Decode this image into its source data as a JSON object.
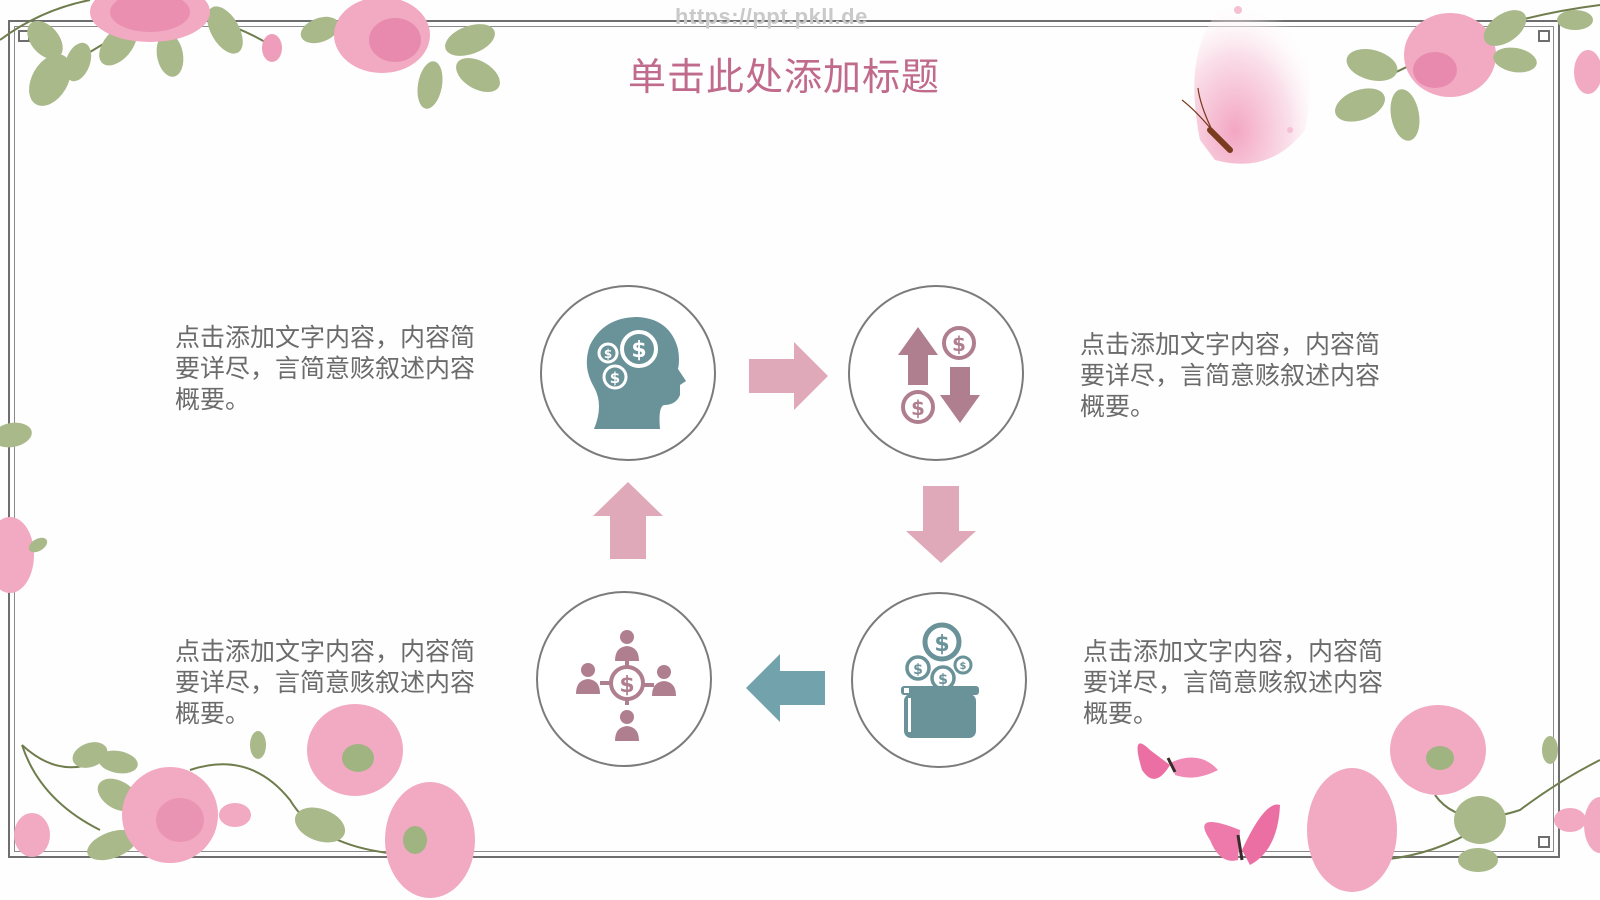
{
  "watermark": "https://ppt.pkll.de",
  "title": "单击此处添加标题",
  "colors": {
    "title": "#c06a8c",
    "teal": "#6a9299",
    "mauve": "#b07f8f",
    "arrow_pink": "#dfa9b9",
    "arrow_teal": "#72a2ab",
    "text": "#6b6b6b",
    "frame": "#6e6e6e"
  },
  "blocks": [
    {
      "position": "top-left",
      "icon": "head-money-icon",
      "text_lines": [
        "点击添加文字内容，内容简",
        "要详尽，言简意赅叙述内容",
        "概要。"
      ]
    },
    {
      "position": "top-right",
      "icon": "money-exchange-arrows-icon",
      "text_lines": [
        "点击添加文字内容，内容简",
        "要详尽，言简意赅叙述内容",
        "概要。"
      ]
    },
    {
      "position": "bottom-right",
      "icon": "coins-pot-icon",
      "text_lines": [
        "点击添加文字内容，内容简",
        "要详尽，言简意赅叙述内容",
        "概要。"
      ]
    },
    {
      "position": "bottom-left",
      "icon": "people-money-network-icon",
      "text_lines": [
        "点击添加文字内容，内容简",
        "要详尽，言简意赅叙述内容",
        "概要。"
      ]
    }
  ],
  "flow_arrows": [
    {
      "direction": "right",
      "color": "pink"
    },
    {
      "direction": "down",
      "color": "pink"
    },
    {
      "direction": "left",
      "color": "teal"
    },
    {
      "direction": "up",
      "color": "pink"
    }
  ]
}
